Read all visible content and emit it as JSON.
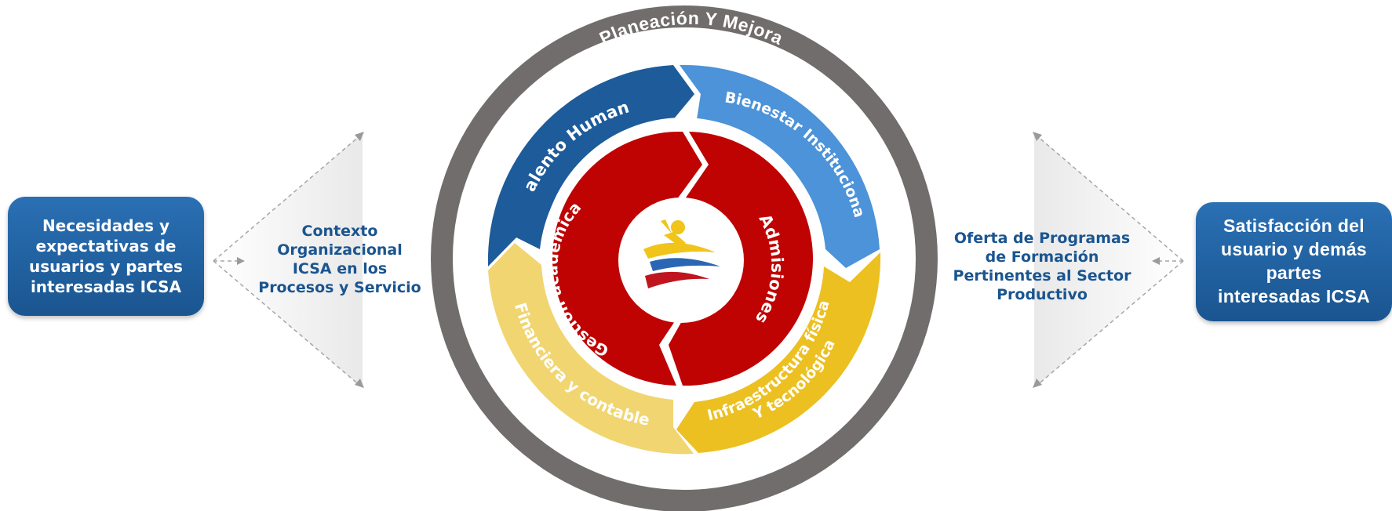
{
  "outer_ring": {
    "label": "Planeación  Y Mejora",
    "color": "#716d6c"
  },
  "segments": {
    "talento": {
      "label": "Talento Humano",
      "color": "#1d5b9a"
    },
    "bienestar": {
      "label": "Bienestar Institucional",
      "color": "#4c93d9"
    },
    "infraestructura": {
      "line1": "Infraestructura física",
      "line2": "Y tecnológica",
      "color": "#ecc020"
    },
    "financiera": {
      "label": "Financiera y contable",
      "color": "#f1d570"
    }
  },
  "core": {
    "gestion": {
      "label": "Gestión académica",
      "color": "#bf0202"
    },
    "admisiones": {
      "label": "Admisiones",
      "color": "#bf0202"
    }
  },
  "left_box": {
    "lines": [
      "Necesidades y",
      "expectativas de",
      "usuarios y partes",
      "interesadas ICSA"
    ]
  },
  "right_box": {
    "lines": [
      "Satisfacción del",
      "usuario y demás",
      "partes",
      "interesadas  ICSA"
    ]
  },
  "context_text": {
    "lines": [
      "Contexto",
      "Organizacional",
      "ICSA en los",
      "Procesos y Servicio"
    ]
  },
  "oferta_text": {
    "lines": [
      "Oferta de Programas",
      "de Formación",
      "Pertinentes al Sector",
      "Productivo"
    ]
  },
  "logo": {
    "icon": "icsa-logo-icon"
  }
}
